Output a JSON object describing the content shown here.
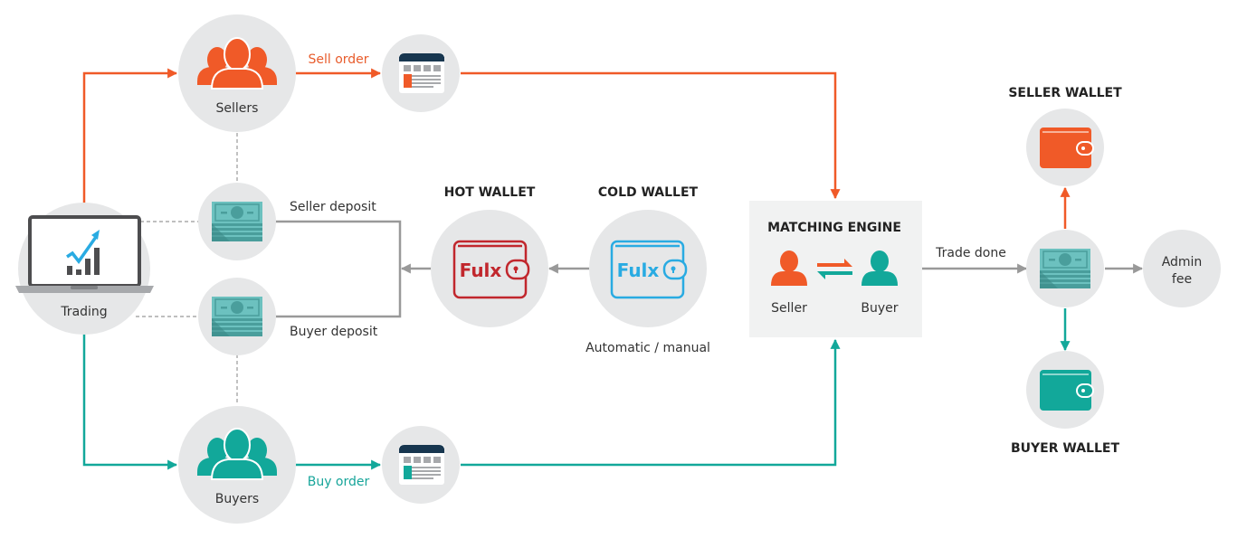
{
  "diagram": {
    "colors": {
      "seller": "#f05a28",
      "buyer": "#12a89a",
      "neutral": "#999999",
      "node_bg": "#e6e7e8",
      "hot_wallet": "#c1272d",
      "cold_wallet": "#29abe2",
      "money": "#5bb6b4",
      "order_header": "#17364f"
    },
    "nodes": {
      "trading": {
        "label": "Trading",
        "icon": "laptop-chart-icon"
      },
      "sellers": {
        "label": "Sellers",
        "icon": "people-icon"
      },
      "buyers": {
        "label": "Buyers",
        "icon": "people-icon"
      },
      "sell_order": {
        "icon": "order-form-icon"
      },
      "buy_order": {
        "icon": "order-form-icon"
      },
      "seller_deposit": {
        "label": "Seller deposit",
        "icon": "money-stack-icon"
      },
      "buyer_deposit": {
        "label": "Buyer deposit",
        "icon": "money-stack-icon"
      },
      "hot_wallet": {
        "title": "HOT WALLET",
        "brand": "Fulx",
        "icon": "wallet-icon"
      },
      "cold_wallet": {
        "title": "COLD WALLET",
        "brand": "Fulx",
        "icon": "wallet-icon",
        "caption": "Automatic / manual"
      },
      "matching_engine": {
        "title": "MATCHING ENGINE",
        "seller_label": "Seller",
        "buyer_label": "Buyer",
        "icon": "exchange-arrows-icon"
      },
      "settlement": {
        "icon": "money-stack-icon"
      },
      "admin_fee": {
        "line1": "Admin",
        "line2": "fee"
      },
      "seller_wallet": {
        "title": "SELLER WALLET",
        "icon": "wallet-icon"
      },
      "buyer_wallet": {
        "title": "BUYER WALLET",
        "icon": "wallet-icon"
      }
    },
    "edges": {
      "sell_order_label": "Sell order",
      "buy_order_label": "Buy order",
      "trade_done_label": "Trade done"
    }
  }
}
